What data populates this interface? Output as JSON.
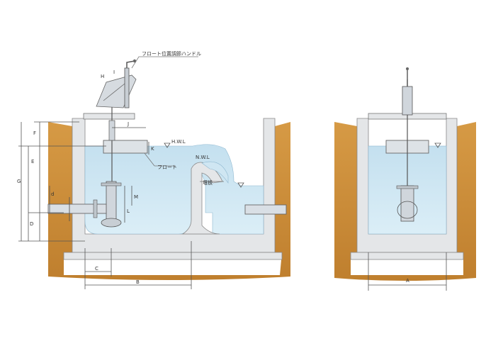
{
  "labels": {
    "handle": "フロート位置調節ハンドル",
    "hwl": "H.W.L",
    "nwl": "N.W.L",
    "float": "フロート",
    "weir": "堰板"
  },
  "dimensions": {
    "F": "F",
    "E": "E",
    "G": "G",
    "D": "D",
    "d": "d",
    "H": "H",
    "I": "I",
    "J": "J",
    "K": "K",
    "L": "L",
    "M": "M",
    "B": "B",
    "C": "C",
    "A": "A"
  },
  "colors": {
    "soil": "#c98a35",
    "concrete": "#e4e6e8",
    "water": "#cfe6f2",
    "water_edge": "#8fb8d0"
  }
}
